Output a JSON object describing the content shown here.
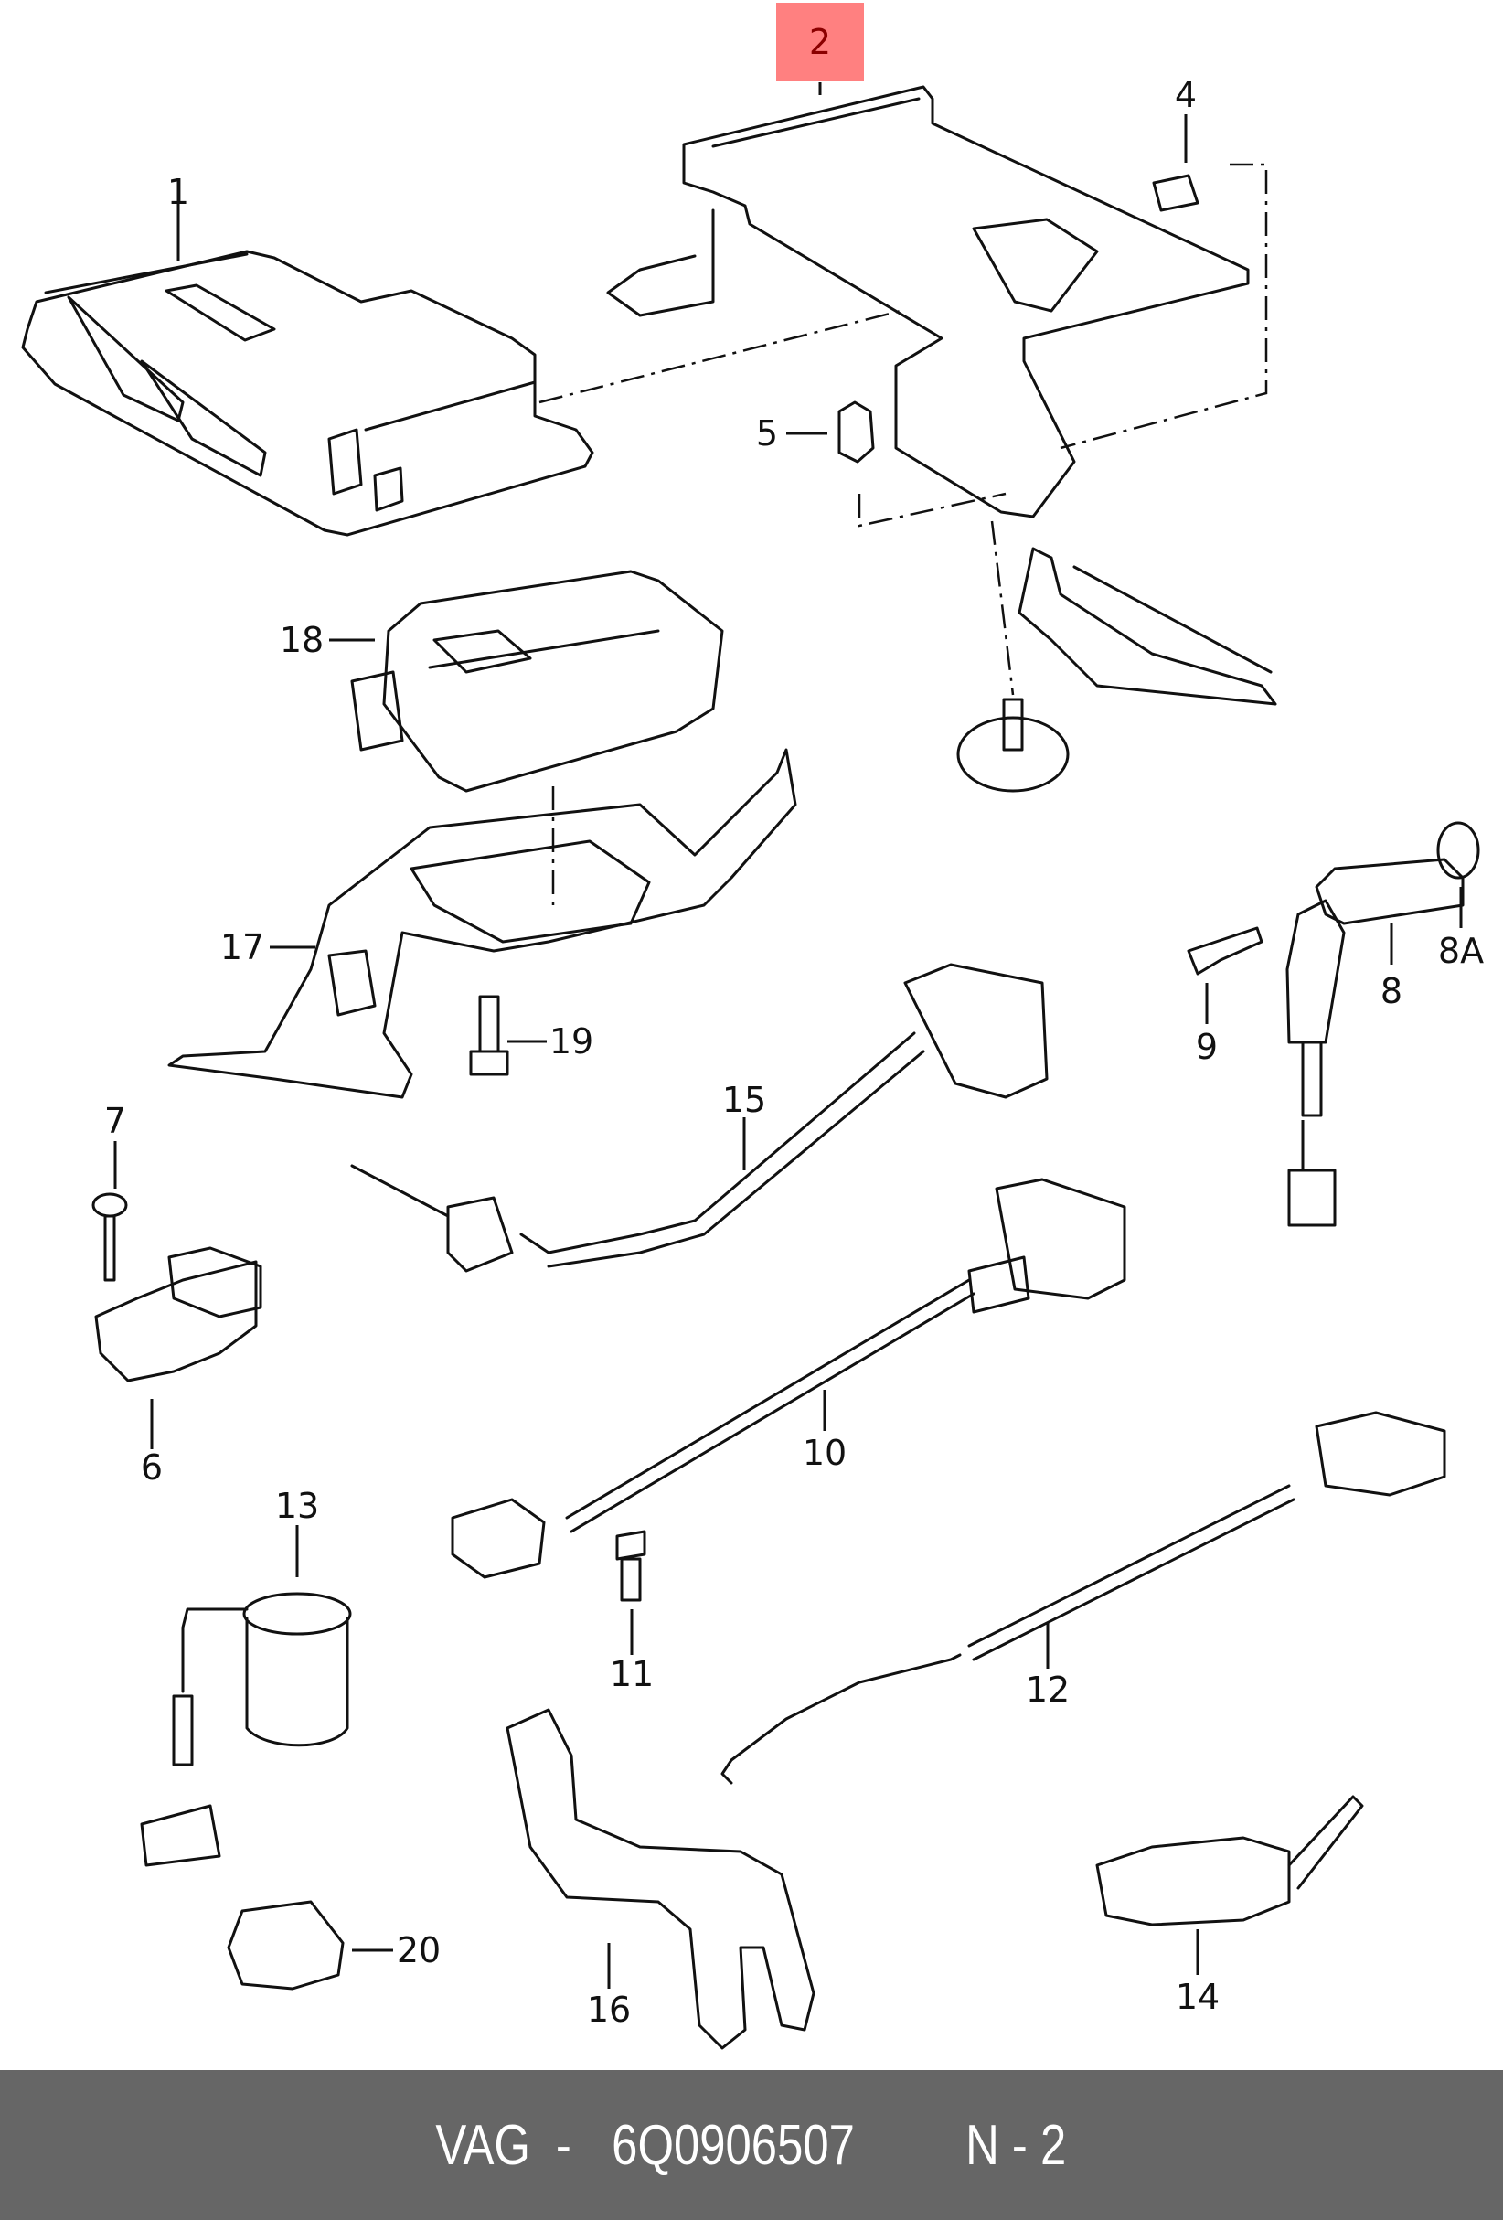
{
  "diagram": {
    "title": "Engine control unit and sensors parts diagram",
    "highlight_color": "#ff8080",
    "highlighted_label": "2",
    "labels": [
      {
        "id": "1",
        "text": "1",
        "part": "engine-control-unit"
      },
      {
        "id": "2",
        "text": "2",
        "part": "control-unit-bracket",
        "highlighted": true
      },
      {
        "id": "4",
        "text": "4",
        "part": "pad"
      },
      {
        "id": "5",
        "text": "5",
        "part": "nut"
      },
      {
        "id": "6",
        "text": "6",
        "part": "sensor"
      },
      {
        "id": "7",
        "text": "7",
        "part": "screw"
      },
      {
        "id": "8",
        "text": "8",
        "part": "speed-sensor"
      },
      {
        "id": "8A",
        "text": "8A",
        "part": "o-ring"
      },
      {
        "id": "9",
        "text": "9",
        "part": "bolt"
      },
      {
        "id": "10",
        "text": "10",
        "part": "knock-sensor"
      },
      {
        "id": "11",
        "text": "11",
        "part": "bolt"
      },
      {
        "id": "12",
        "text": "12",
        "part": "lambda-probe"
      },
      {
        "id": "13",
        "text": "13",
        "part": "valve"
      },
      {
        "id": "14",
        "text": "14",
        "part": "switch"
      },
      {
        "id": "15",
        "text": "15",
        "part": "temperature-sensor"
      },
      {
        "id": "16",
        "text": "16",
        "part": "bracket"
      },
      {
        "id": "17",
        "text": "17",
        "part": "bracket"
      },
      {
        "id": "18",
        "text": "18",
        "part": "control-unit"
      },
      {
        "id": "19",
        "text": "19",
        "part": "bolt"
      },
      {
        "id": "20",
        "text": "20",
        "part": "clip"
      }
    ]
  },
  "footer": {
    "brand": "VAG",
    "separator": "-",
    "part_number": "6Q0906507",
    "page_ref": "N - 2",
    "background": "#666666",
    "text_color": "#ffffff"
  }
}
